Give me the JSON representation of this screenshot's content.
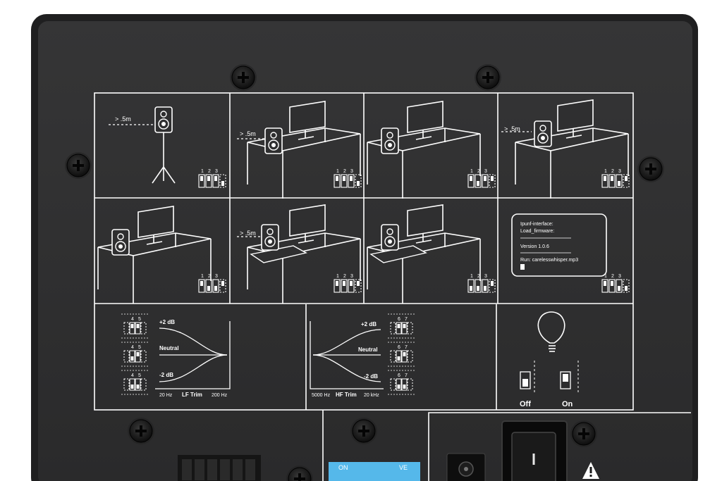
{
  "placements": [
    {
      "distance": "> .5m",
      "switches": [
        1,
        1,
        1,
        0
      ]
    },
    {
      "distance": "> .5m",
      "switches": [
        1,
        1,
        1,
        0
      ]
    },
    {
      "distance": "",
      "switches": [
        1,
        0,
        1,
        1
      ]
    },
    {
      "distance": "> .5m",
      "switches": [
        1,
        1,
        0,
        1
      ]
    },
    {
      "distance": "",
      "switches": [
        1,
        0,
        0,
        1
      ]
    },
    {
      "distance": "> .5m",
      "switches": [
        1,
        1,
        1,
        1
      ]
    },
    {
      "distance": "",
      "switches": [
        0,
        0,
        0,
        1
      ]
    },
    {
      "distance": "",
      "switches": [
        1,
        1,
        0,
        0
      ]
    }
  ],
  "switch_numbers": [
    "1",
    "2",
    "3"
  ],
  "firmware": {
    "line1": "Ipunf-interface:",
    "line2": "Load_firmware:",
    "line3": "Version 1.0.6",
    "line4": "Run: carelesswhisper.mp3"
  },
  "lf_trim": {
    "switch_numbers": [
      "4",
      "5"
    ],
    "boost": "+2 dB",
    "neutral": "Neutral",
    "cut": "-2 dB",
    "freq_low": "20 Hz",
    "title": "LF Trim",
    "freq_high": "200 Hz"
  },
  "hf_trim": {
    "switch_numbers": [
      "6",
      "7"
    ],
    "boost": "+2 dB",
    "neutral": "Neutral",
    "cut": "-2 dB",
    "freq_low": "5000 Hz",
    "title": "HF Trim",
    "freq_high": "20 kHz"
  },
  "led": {
    "off_label": "Off",
    "on_label": "On"
  },
  "dip_bank": {
    "left_label": "ON",
    "right_label": "VE"
  },
  "colors": {
    "panel": "#2f2f30",
    "print": "#ffffff",
    "dip_blue": "#55b8ea"
  }
}
